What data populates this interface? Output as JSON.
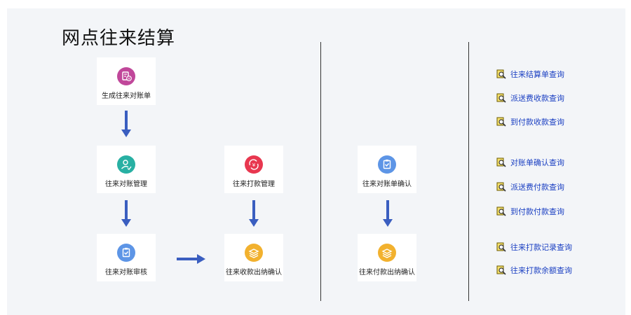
{
  "page": {
    "title": "网点往来结算"
  },
  "flow": {
    "generate": {
      "label": "生成往来对账单",
      "icon": "bill-icon",
      "color": "#c0479a"
    },
    "manage": {
      "label": "往来对账管理",
      "icon": "user-check-icon",
      "color": "#28b0a3"
    },
    "audit": {
      "label": "往来对账审核",
      "icon": "clipboard-check-icon",
      "color": "#5d95e6"
    },
    "pay_manage": {
      "label": "往来打款管理",
      "icon": "yuan-cycle-icon",
      "color": "#e8374f"
    },
    "receipt_confirm": {
      "label": "往来收款出纳确认",
      "icon": "layers-icon",
      "color": "#f2b12e"
    },
    "bill_confirm": {
      "label": "往来对账单确认",
      "icon": "clipboard-check-icon",
      "color": "#5d95e6"
    },
    "payment_confirm": {
      "label": "往来付款出纳确认",
      "icon": "layers-icon",
      "color": "#f2b12e"
    }
  },
  "queries": [
    {
      "label": "往来结算单查询"
    },
    {
      "label": "派送费收款查询"
    },
    {
      "label": "到付款收款查询"
    },
    {
      "label": "对账单确认查询"
    },
    {
      "label": "派送费付款查询"
    },
    {
      "label": "到付款付款查询"
    },
    {
      "label": "往来打款记录查询"
    },
    {
      "label": "往来打款余额查询"
    }
  ],
  "colors": {
    "arrow": "#3a5ec0",
    "link": "#1a3fc2",
    "panel": "#f3f5f8"
  }
}
